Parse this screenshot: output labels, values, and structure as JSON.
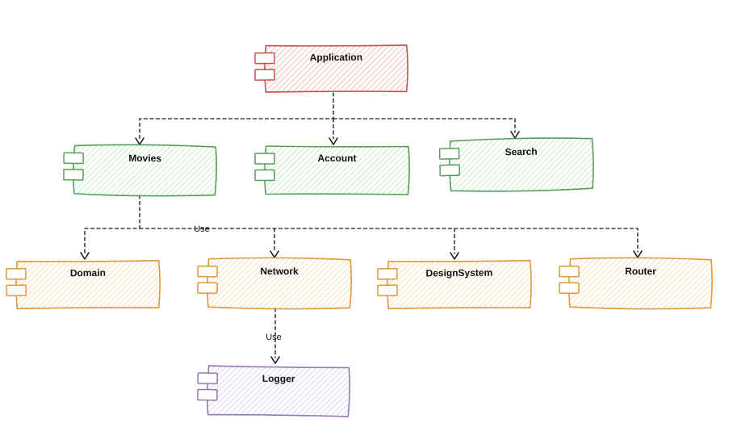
{
  "palette": {
    "red": "#c9504c",
    "red-fill": "#f2c3bf",
    "green": "#579e5a",
    "green-fill": "#cfe8cf",
    "orange": "#e2973a",
    "orange-fill": "#f7e0c2",
    "purple": "#9678b4",
    "purple-fill": "#e0d5ec",
    "ink": "#1b1b1b"
  },
  "nodes": {
    "application": {
      "label": "Application",
      "color": "red"
    },
    "movies": {
      "label": "Movies",
      "color": "green"
    },
    "account": {
      "label": "Account",
      "color": "green"
    },
    "search": {
      "label": "Search",
      "color": "green"
    },
    "domain": {
      "label": "Domain",
      "color": "orange"
    },
    "network": {
      "label": "Network",
      "color": "orange"
    },
    "designsystem": {
      "label": "DesignSystem",
      "color": "orange"
    },
    "router": {
      "label": "Router",
      "color": "orange"
    },
    "logger": {
      "label": "Logger",
      "color": "purple"
    }
  },
  "edges": {
    "items": [
      {
        "from": "Application",
        "to": "Movies"
      },
      {
        "from": "Application",
        "to": "Account"
      },
      {
        "from": "Application",
        "to": "Search"
      },
      {
        "from": "Movies",
        "to": "Domain",
        "label": "Use"
      },
      {
        "from": "Movies",
        "to": "Network"
      },
      {
        "from": "Movies",
        "to": "DesignSystem"
      },
      {
        "from": "Movies",
        "to": "Router"
      },
      {
        "from": "Network",
        "to": "Logger",
        "label": "Use"
      }
    ]
  }
}
